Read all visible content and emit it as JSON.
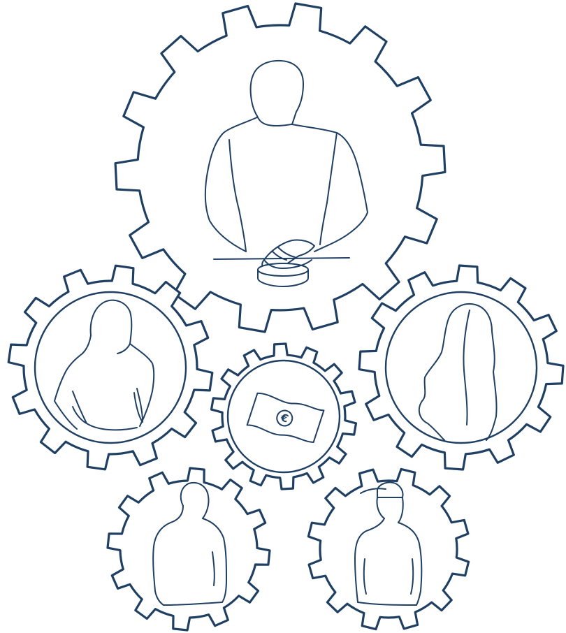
{
  "colors": {
    "ink": "#1f3f63",
    "background": "#ffffff"
  },
  "gears": [
    {
      "id": "main-gear",
      "depicts": "person-at-button-figure",
      "teeth": 14
    },
    {
      "id": "left-gear",
      "depicts": "woman-figure",
      "teeth": 12
    },
    {
      "id": "right-gear",
      "depicts": "long-haired-woman-figure",
      "teeth": 12
    },
    {
      "id": "center-gear",
      "depicts": "euro-banknote-icon",
      "teeth": 14
    },
    {
      "id": "bottom-left-gear",
      "depicts": "man-figure",
      "teeth": 12
    },
    {
      "id": "bottom-right-gear",
      "depicts": "man-with-cap-figure",
      "teeth": 12
    }
  ],
  "banknote": {
    "symbol": "€"
  }
}
